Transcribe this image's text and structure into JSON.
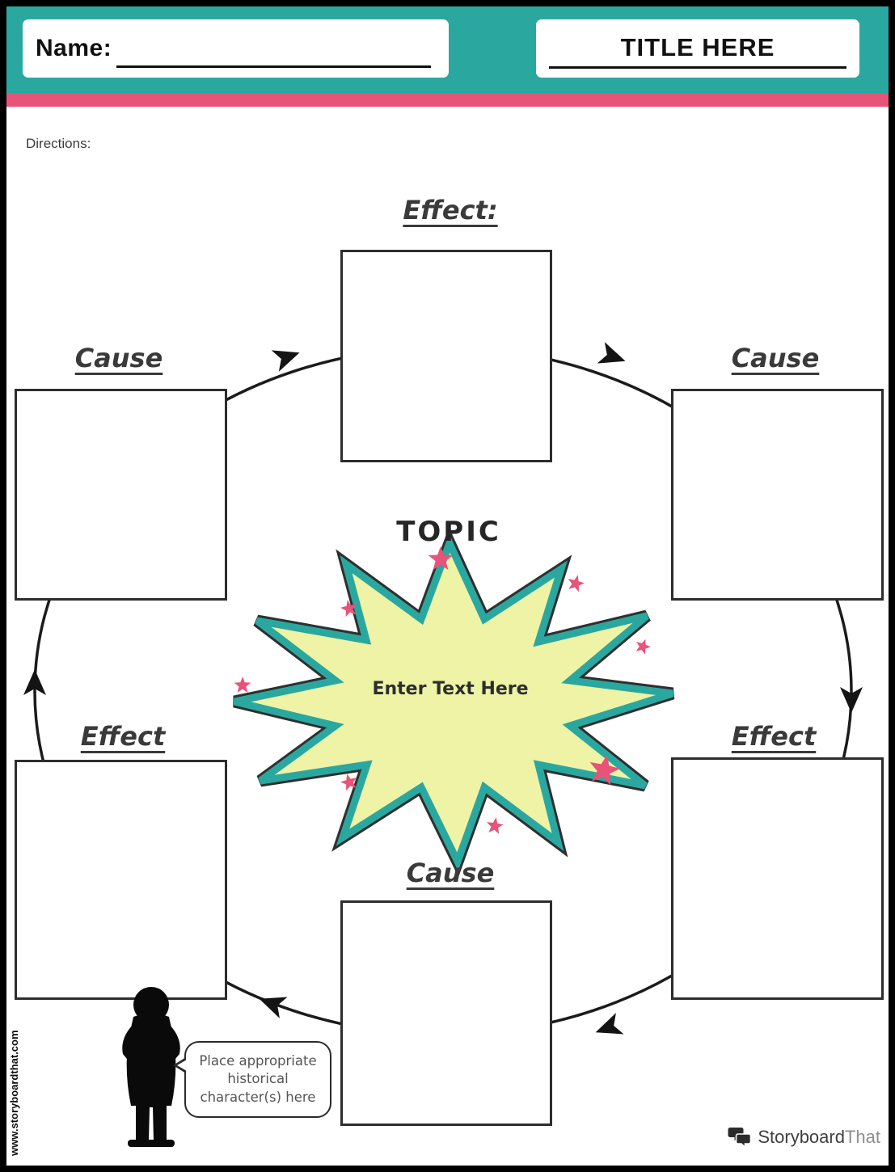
{
  "page": {
    "header": {
      "name_label": "Name:",
      "title": "TITLE HERE"
    },
    "directions_label": "Directions:",
    "diagram": {
      "labels": {
        "top": "Effect:",
        "upper_left": "Cause",
        "upper_right": "Cause",
        "lower_left": "Effect",
        "lower_right": "Effect",
        "bottom": "Cause",
        "topic": "TOPIC"
      },
      "starburst_placeholder": "Enter Text Here"
    },
    "character_note": "Place appropriate historical character(s) here",
    "footer": {
      "website": "www.storyboardthat.com",
      "logo": {
        "part1": "Storyboard",
        "part2": "That"
      }
    },
    "colors": {
      "teal": "#2aa8a0",
      "pink": "#e85379",
      "starburst_fill": "#eff3a6",
      "box_border": "#2d2d2d"
    }
  }
}
